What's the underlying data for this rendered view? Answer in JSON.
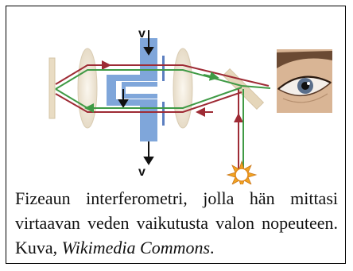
{
  "figure": {
    "labels": {
      "velocity_top": "v",
      "velocity_bottom": "v"
    },
    "caption": {
      "text": "Fizeaun interferometri, jolla hän mittasi virtaavan veden vaikutusta valon nopeuteen. Kuva",
      "separator": ", ",
      "credit": "Wikimedia Commons",
      "end": "."
    }
  },
  "colors": {
    "water_tube": "#7FA6DA",
    "red_beam": "#9E2B35",
    "green_beam": "#3F9A45",
    "lens": "#EADFCB",
    "mirror": "#E3D3B6",
    "sun": "#F2A421"
  },
  "icons": [
    "eye-icon",
    "sun-icon",
    "arrow-down-icon"
  ]
}
